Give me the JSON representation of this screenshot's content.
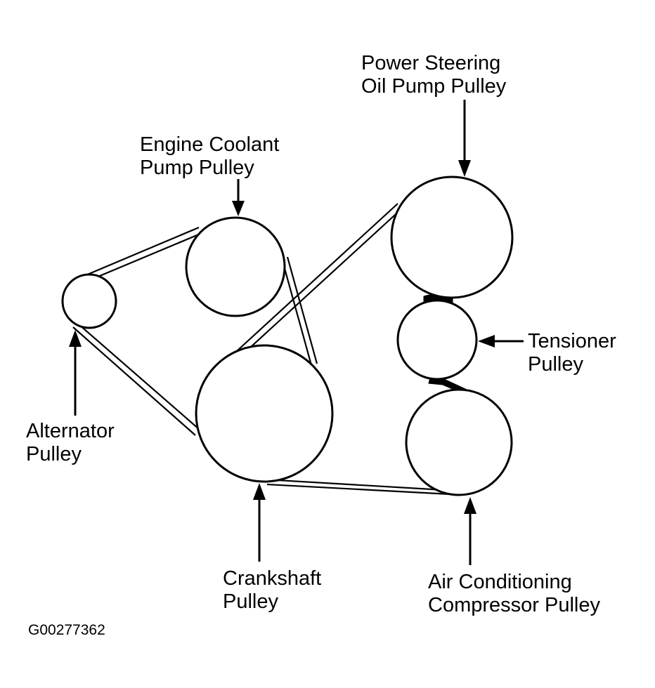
{
  "labels": {
    "power_steering": [
      "Power Steering",
      "Oil Pump Pulley"
    ],
    "engine_coolant": [
      "Engine Coolant",
      "Pump Pulley"
    ],
    "tensioner": [
      "Tensioner",
      "Pulley"
    ],
    "alternator": [
      "Alternator",
      "Pulley"
    ],
    "crankshaft": [
      "Crankshaft",
      "Pulley"
    ],
    "air_conditioning": [
      "Air Conditioning",
      "Compressor Pulley"
    ]
  },
  "figure_id": "G00277362",
  "colors": {
    "line": "#000000",
    "background": "#ffffff"
  }
}
